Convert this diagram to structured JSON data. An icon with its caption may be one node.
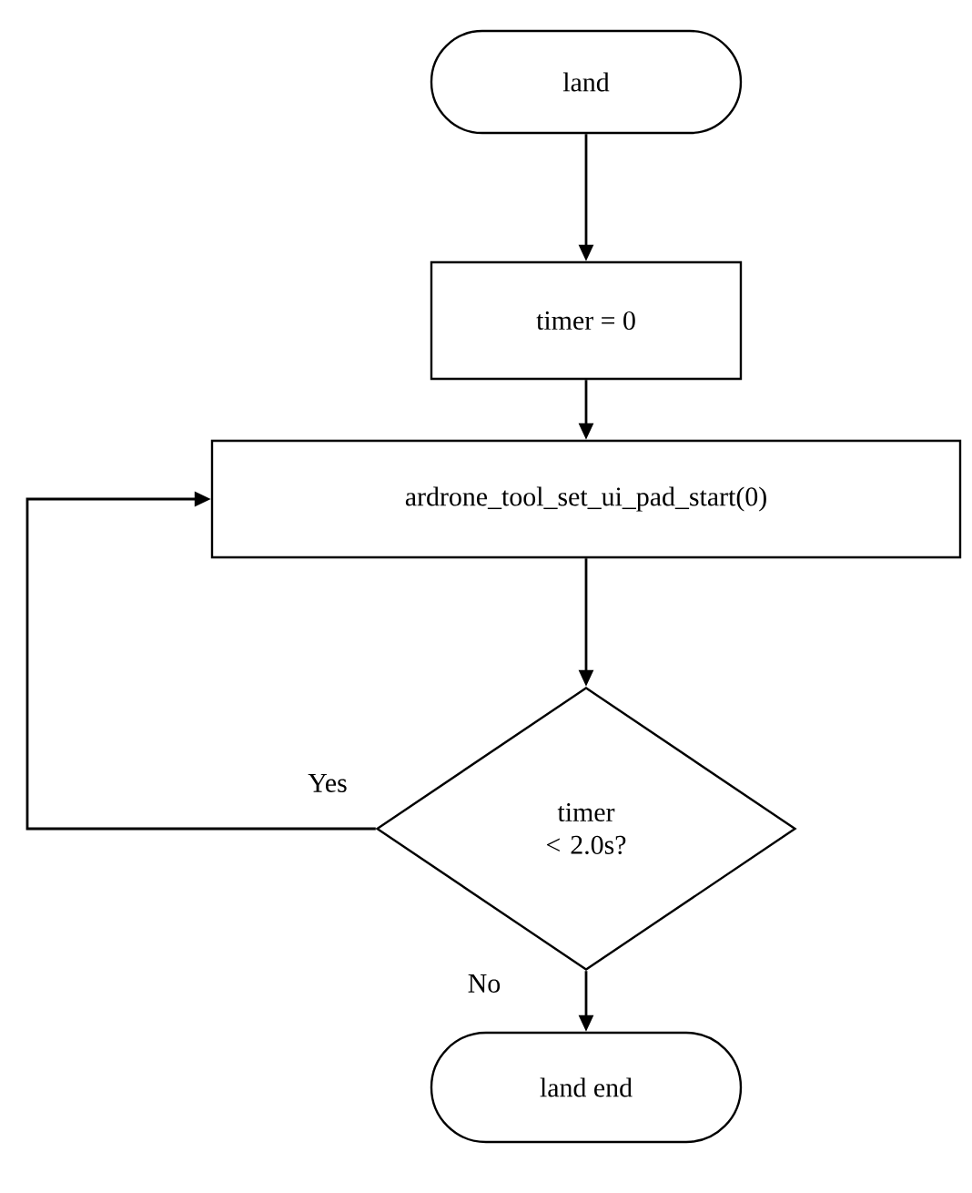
{
  "diagram": {
    "nodes": [
      {
        "text": [
          "land"
        ]
      },
      {
        "text": [
          "timer = 0"
        ]
      },
      {
        "text": [
          "ardrone_tool_set_ui_pad_start(0)"
        ]
      },
      {
        "text": [
          "timer < 2.0s?"
        ]
      },
      {
        "text": [
          "land end"
        ]
      }
    ],
    "edges": [
      {
        "from": 0,
        "to": 1,
        "arrow": "to"
      },
      {
        "from": 1,
        "to": 2,
        "arrow": "to"
      },
      {
        "from": 2,
        "to": 3,
        "arrow": "to"
      },
      {
        "from": 3,
        "to": 2,
        "arrow": "to",
        "label": "Yes"
      },
      {
        "from": 3,
        "to": 4,
        "arrow": "to",
        "label": "No"
      }
    ]
  }
}
